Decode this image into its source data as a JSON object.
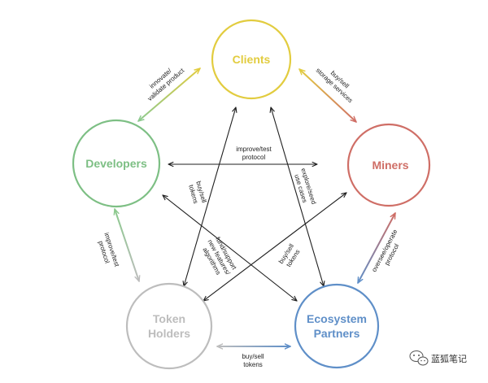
{
  "colors": {
    "clients": "#e2cc3f",
    "miners": "#cf6e66",
    "developers": "#7dbf84",
    "token_holders": "#bdbdbd",
    "ecosystem_partners": "#5f8fc8",
    "black_edge": "#1f1f1f"
  },
  "nodes": {
    "clients": {
      "label": "Clients"
    },
    "miners": {
      "label": "Miners"
    },
    "developers": {
      "label": "Developers"
    },
    "token_holders": {
      "label_line1": "Token",
      "label_line2": "Holders"
    },
    "ecosystem_partners": {
      "label_line1": "Ecosystem",
      "label_line2": "Partners"
    }
  },
  "edges": {
    "clients_developers": {
      "line1": "innovate/",
      "line2": "validate product"
    },
    "clients_miners": {
      "line1": "buy/sell",
      "line2": "storage services"
    },
    "developers_miners": {
      "line1": "improve/test",
      "line2": "protocol"
    },
    "developers_token_holders": {
      "line1": "improve/test",
      "line2": "protocol"
    },
    "clients_token_holders": {
      "line1": "buy/sell",
      "line2": "tokens"
    },
    "clients_ecosystem": {
      "line1": "explore/seed",
      "line2": "use cases"
    },
    "developers_ecosystem": {
      "line1": "fund/support",
      "line2": "new features/",
      "line3": "algorithms"
    },
    "miners_token_holders": {
      "line1": "buy/sell",
      "line2": "tokens"
    },
    "miners_ecosystem": {
      "line1": "oversee/operate",
      "line2": "protocol"
    },
    "token_holders_ecosystem": {
      "line1": "buy/sell",
      "line2": "tokens"
    }
  },
  "watermark": {
    "text": "蓝狐笔记",
    "icon": "wechat-icon"
  }
}
